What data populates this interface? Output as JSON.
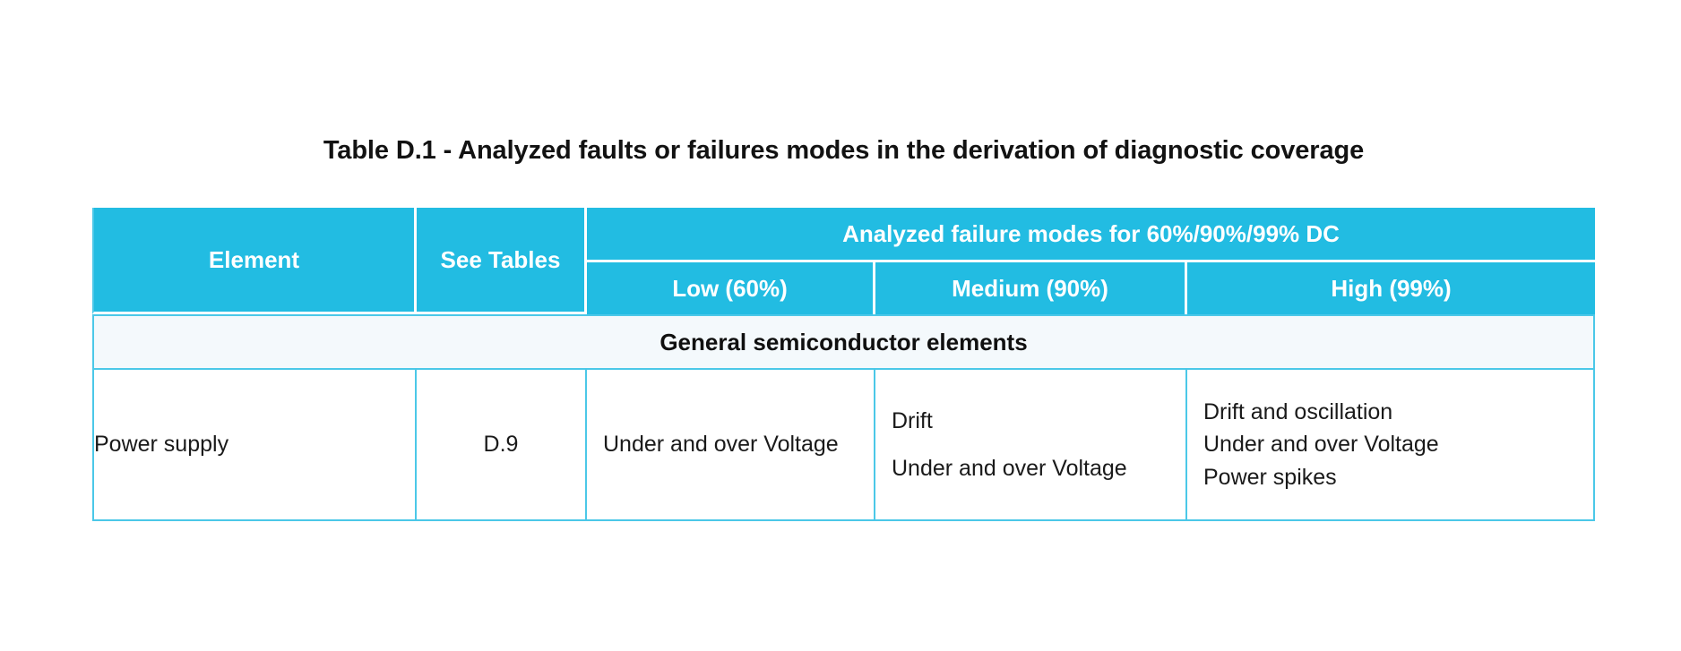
{
  "title": "Table D.1 - Analyzed faults or failures modes in the derivation of diagnostic coverage",
  "colors": {
    "header_blue": "#22BCE2",
    "border_blue": "#4BC8E8",
    "section_band": "#F4F9FC",
    "header_text": "#FFFFFF",
    "body_text": "#1A1A1A"
  },
  "table": {
    "headers": {
      "element": "Element",
      "see_tables": "See Tables",
      "group": "Analyzed failure modes for 60%/90%/99% DC",
      "low": "Low (60%)",
      "medium": "Medium (90%)",
      "high": "High (99%)"
    },
    "section_rows": [
      {
        "label": "General semiconductor elements"
      }
    ],
    "rows": [
      {
        "element": "Power supply",
        "see_tables": "D.9",
        "low": [
          "Under and over Voltage"
        ],
        "medium": [
          "Drift",
          "Under and over Voltage"
        ],
        "high": [
          "Drift and oscillation",
          "Under and over Voltage",
          "Power spikes"
        ]
      }
    ]
  }
}
